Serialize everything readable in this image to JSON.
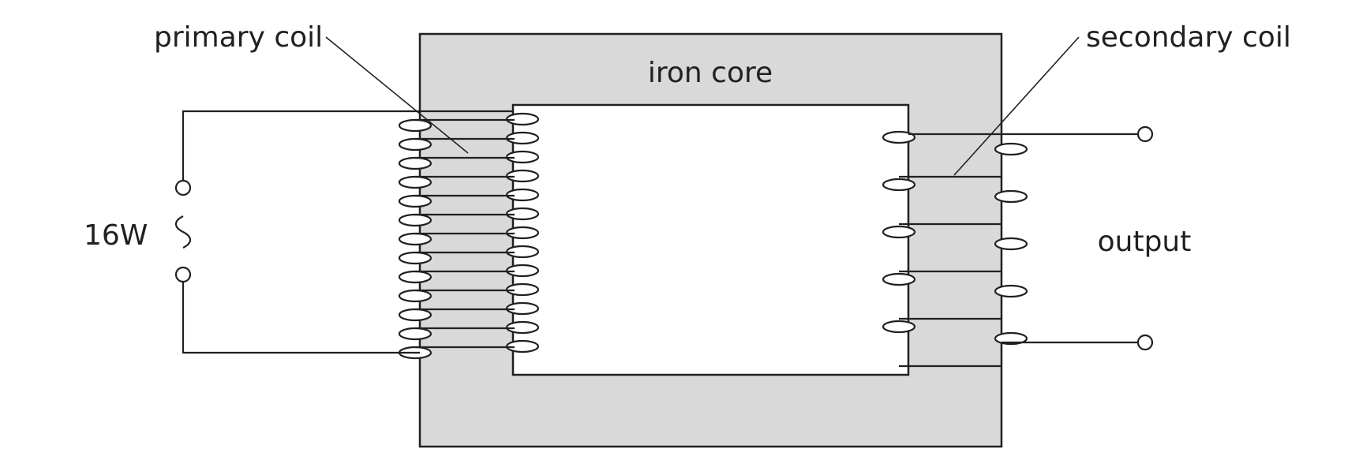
{
  "labels": {
    "primary_coil": "primary coil",
    "secondary_coil": "secondary coil",
    "iron_core": "iron core",
    "input_power": "16W",
    "output": "output"
  },
  "colors": {
    "core_fill": "#d9d9d9",
    "line": "#231f20",
    "background": "#ffffff"
  },
  "components": {
    "primary_turns": 13,
    "secondary_turns": 5
  },
  "icons": {
    "ac_source": "ac-sine-icon"
  }
}
